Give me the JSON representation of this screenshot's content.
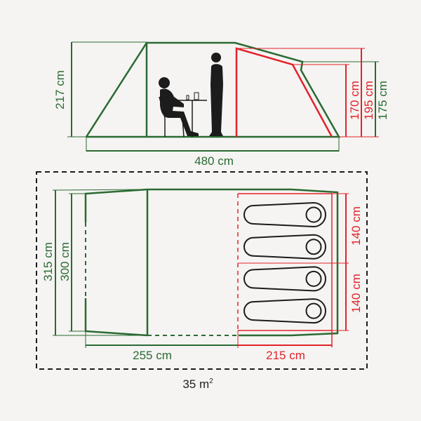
{
  "colors": {
    "green": "#2b6a33",
    "red": "#e3222b",
    "black": "#1c1c1c",
    "background": "#f5f4f2"
  },
  "side_view": {
    "height_total": "217 cm",
    "length": "480 cm",
    "bedroom_height_inner": "170 cm",
    "bedroom_height_max": "195 cm",
    "rear_height": "175 cm"
  },
  "floor_plan": {
    "width_outer": "315 cm",
    "width_inner": "300 cm",
    "living_length": "255 cm",
    "bedroom_length": "215 cm",
    "bedroom_width_1": "140 cm",
    "bedroom_width_2": "140 cm",
    "sleeping_bags": 4,
    "footprint_value": "35 m",
    "footprint_unit_sup": "2"
  }
}
